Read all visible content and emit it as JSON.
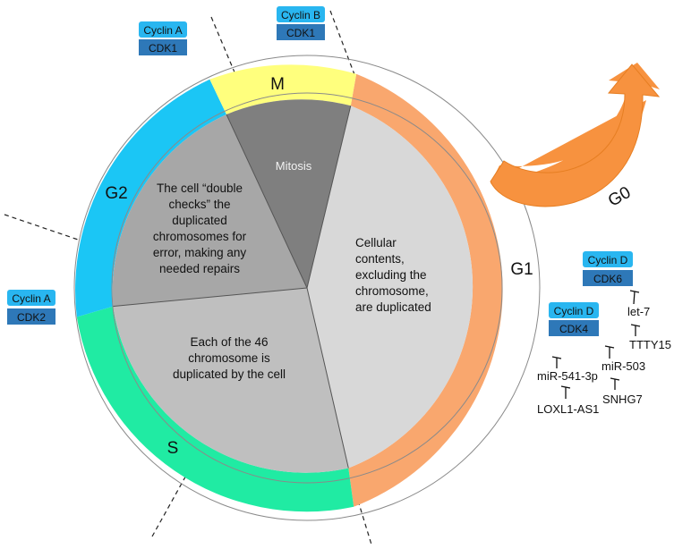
{
  "phases": {
    "m": "M",
    "g1": "G1",
    "g2": "G2",
    "s": "S",
    "g0": "G0"
  },
  "sectors": {
    "mitosis": "Mitosis",
    "g2_lines": [
      "The cell “double",
      "checks” the",
      "duplicated",
      "chromosomes for",
      "error, making any",
      "needed repairs"
    ],
    "s_lines": [
      "Each of the 46",
      "chromosome is",
      "duplicated by the cell"
    ],
    "g1_lines": [
      "Cellular",
      "contents,",
      "excluding the",
      "chromosome,",
      "are duplicated"
    ]
  },
  "complexes": {
    "m_cyclin": "Cyclin B",
    "m_cdk": "CDK1",
    "g2_cyclin": "Cyclin A",
    "g2_cdk": "CDK1",
    "s_cyclin": "Cyclin A",
    "s_cdk": "CDK2",
    "g1a_cyclin": "Cyclin D",
    "g1a_cdk": "CDK6",
    "g1b_cyclin": "Cyclin D",
    "g1b_cdk": "CDK4"
  },
  "regulators": {
    "let7": "let-7",
    "ttty15": "TTTY15",
    "mir503": "miR-503",
    "snhg7": "SNHG7",
    "mir541": "miR-541-3p",
    "loxl1": "LOXL1-AS1"
  },
  "colors": {
    "g1_ring": "#F9A76E",
    "g2_ring": "#1BC6F5",
    "s_ring": "#20EBA3",
    "m_ring": "#FFFF7D",
    "g0_arrow": "#F7923F",
    "g1_sector": "#D8D8D8",
    "g2_sector": "#A7A7A7",
    "s_sector": "#BFBFBF",
    "m_sector": "#7F7F7F",
    "cyclin_box": "#29B6F0",
    "cdk_box": "#2E78B8"
  }
}
